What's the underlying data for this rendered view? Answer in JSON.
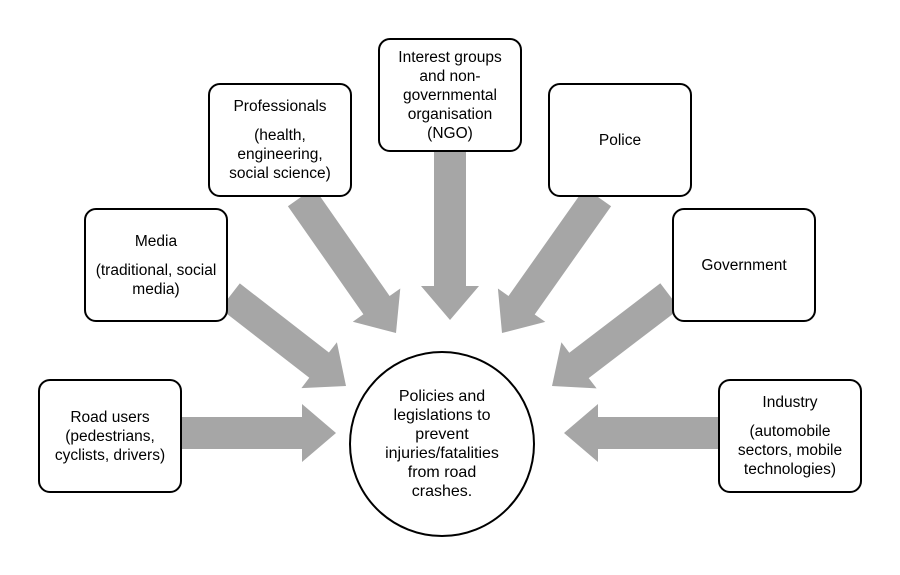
{
  "diagram": {
    "arrow_color": "#a6a6a6",
    "border_color": "#000000",
    "center": {
      "text": "Policies and\nlegislations to\nprevent\ninjuries/fatalities\nfrom road\ncrashes."
    },
    "stakeholders": [
      {
        "id": "road-users",
        "title": "Road users",
        "subtitle": "(pedestrians,\ncyclists, drivers)"
      },
      {
        "id": "media",
        "title": "Media",
        "subtitle": "(traditional, social\nmedia)"
      },
      {
        "id": "professionals",
        "title": "Professionals",
        "subtitle": "(health,\nengineering,\nsocial science)"
      },
      {
        "id": "interest-groups",
        "title": "Interest groups\nand non-\ngovernmental\norganisation",
        "subtitle": "(NGO)"
      },
      {
        "id": "police",
        "title": "Police",
        "subtitle": ""
      },
      {
        "id": "government",
        "title": "Government",
        "subtitle": ""
      },
      {
        "id": "industry",
        "title": "Industry",
        "subtitle": "(automobile\nsectors, mobile\ntechnologies)"
      }
    ]
  }
}
